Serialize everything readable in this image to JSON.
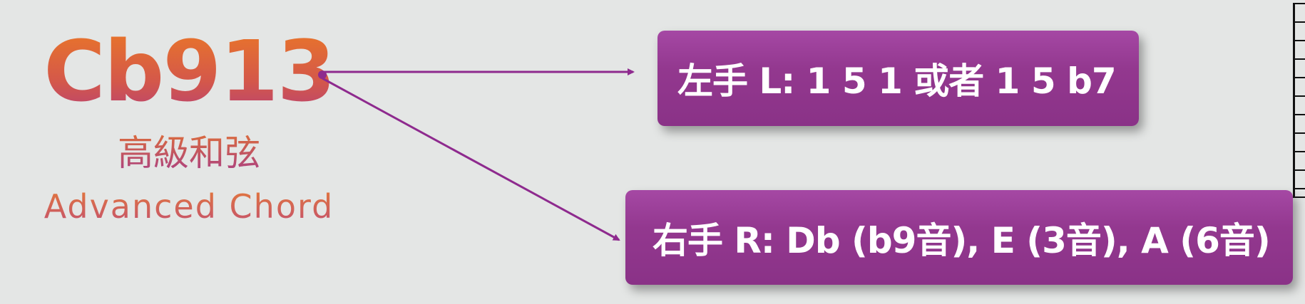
{
  "chord": {
    "symbol": "Cb913",
    "subtitle_zh": "高級和弦",
    "subtitle_en": "Advanced Chord"
  },
  "left_hand": {
    "text": "左手 L: 1 5 1 或者 1 5 b7"
  },
  "right_hand": {
    "text": "右手 R: Db (b9音), E (3音), A (6音)"
  },
  "colors": {
    "background": "#e4e6e5",
    "box": "#93388f",
    "arrow": "#8e2a8e",
    "title_top": "#ec7a24",
    "title_bottom": "#b43f78"
  }
}
